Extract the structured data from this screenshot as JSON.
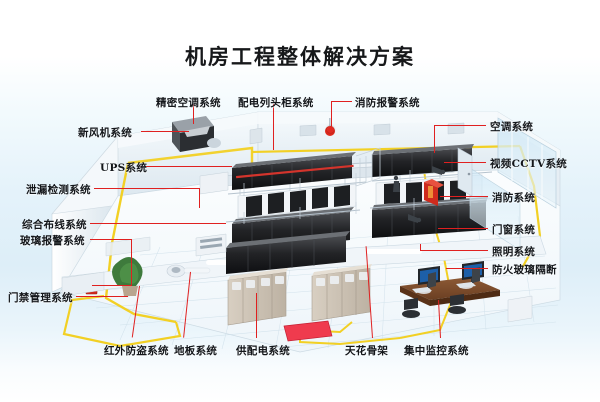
{
  "page": {
    "title": "机房工程整体解决方案",
    "background_top": "#ffffff",
    "background_mid": "#e0f0f9",
    "leader_color": "#e02020",
    "label_color": "#13161a"
  },
  "diagram": {
    "subject": "data-center-room-isometric",
    "callouts_top": [
      {
        "id": "precision-ac",
        "label": "精密空调系统"
      },
      {
        "id": "pdu-head-cabinet",
        "label": "配电列头柜系统"
      },
      {
        "id": "fire-alarm",
        "label": "消防报警系统"
      }
    ],
    "callouts_left": [
      {
        "id": "fresh-air-fan",
        "label": "新风机系统"
      },
      {
        "id": "ups",
        "label": "UPS系统"
      },
      {
        "id": "leak-detection",
        "label": "泄漏检测系统"
      },
      {
        "id": "structured-cabling",
        "label": "综合布线系统"
      },
      {
        "id": "glass-alarm",
        "label": "玻璃报警系统"
      },
      {
        "id": "access-control",
        "label": "门禁管理系统"
      }
    ],
    "callouts_right": [
      {
        "id": "air-conditioning",
        "label": "空调系统"
      },
      {
        "id": "video-cctv",
        "label": "视频CCTV系统"
      },
      {
        "id": "fire-fighting",
        "label": "消防系统"
      },
      {
        "id": "doors-windows",
        "label": "门窗系统"
      },
      {
        "id": "lighting",
        "label": "照明系统"
      },
      {
        "id": "fireproof-glass-partition",
        "label": "防火玻璃隔断"
      }
    ],
    "callouts_bottom": [
      {
        "id": "infrared-burglar",
        "label": "红外防盗系统"
      },
      {
        "id": "raised-floor",
        "label": "地板系统"
      },
      {
        "id": "power-distribution",
        "label": "供配电系统"
      },
      {
        "id": "ceiling-frame",
        "label": "天花骨架"
      },
      {
        "id": "central-monitoring",
        "label": "集中监控系统"
      }
    ]
  }
}
